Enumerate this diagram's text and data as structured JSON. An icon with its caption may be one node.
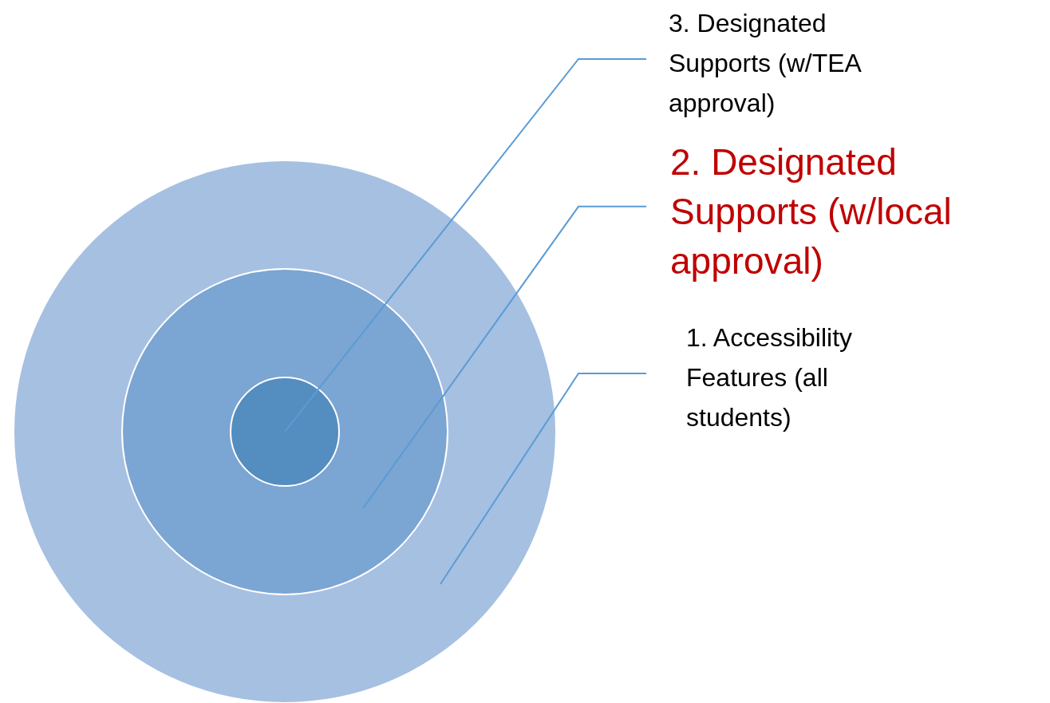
{
  "diagram": {
    "nodes": [
      {
        "text": [
          "3. Designated Supports (w/TEA approval)"
        ]
      },
      {
        "text": [
          "2. Designated Supports (w/local approval)"
        ]
      },
      {
        "text": [
          "1. Accessibility Features (all students)"
        ]
      },
      {
        "text": [],
        "shape": "circle"
      },
      {
        "text": [],
        "shape": "circle",
        "in": 3
      },
      {
        "text": [],
        "shape": "circle",
        "in": 4
      }
    ],
    "edges": [
      {
        "from": 0,
        "to": 5,
        "arrow": "none"
      },
      {
        "from": 1,
        "to": 4,
        "arrow": "none"
      },
      {
        "from": 2,
        "to": 3,
        "arrow": "none"
      }
    ]
  }
}
